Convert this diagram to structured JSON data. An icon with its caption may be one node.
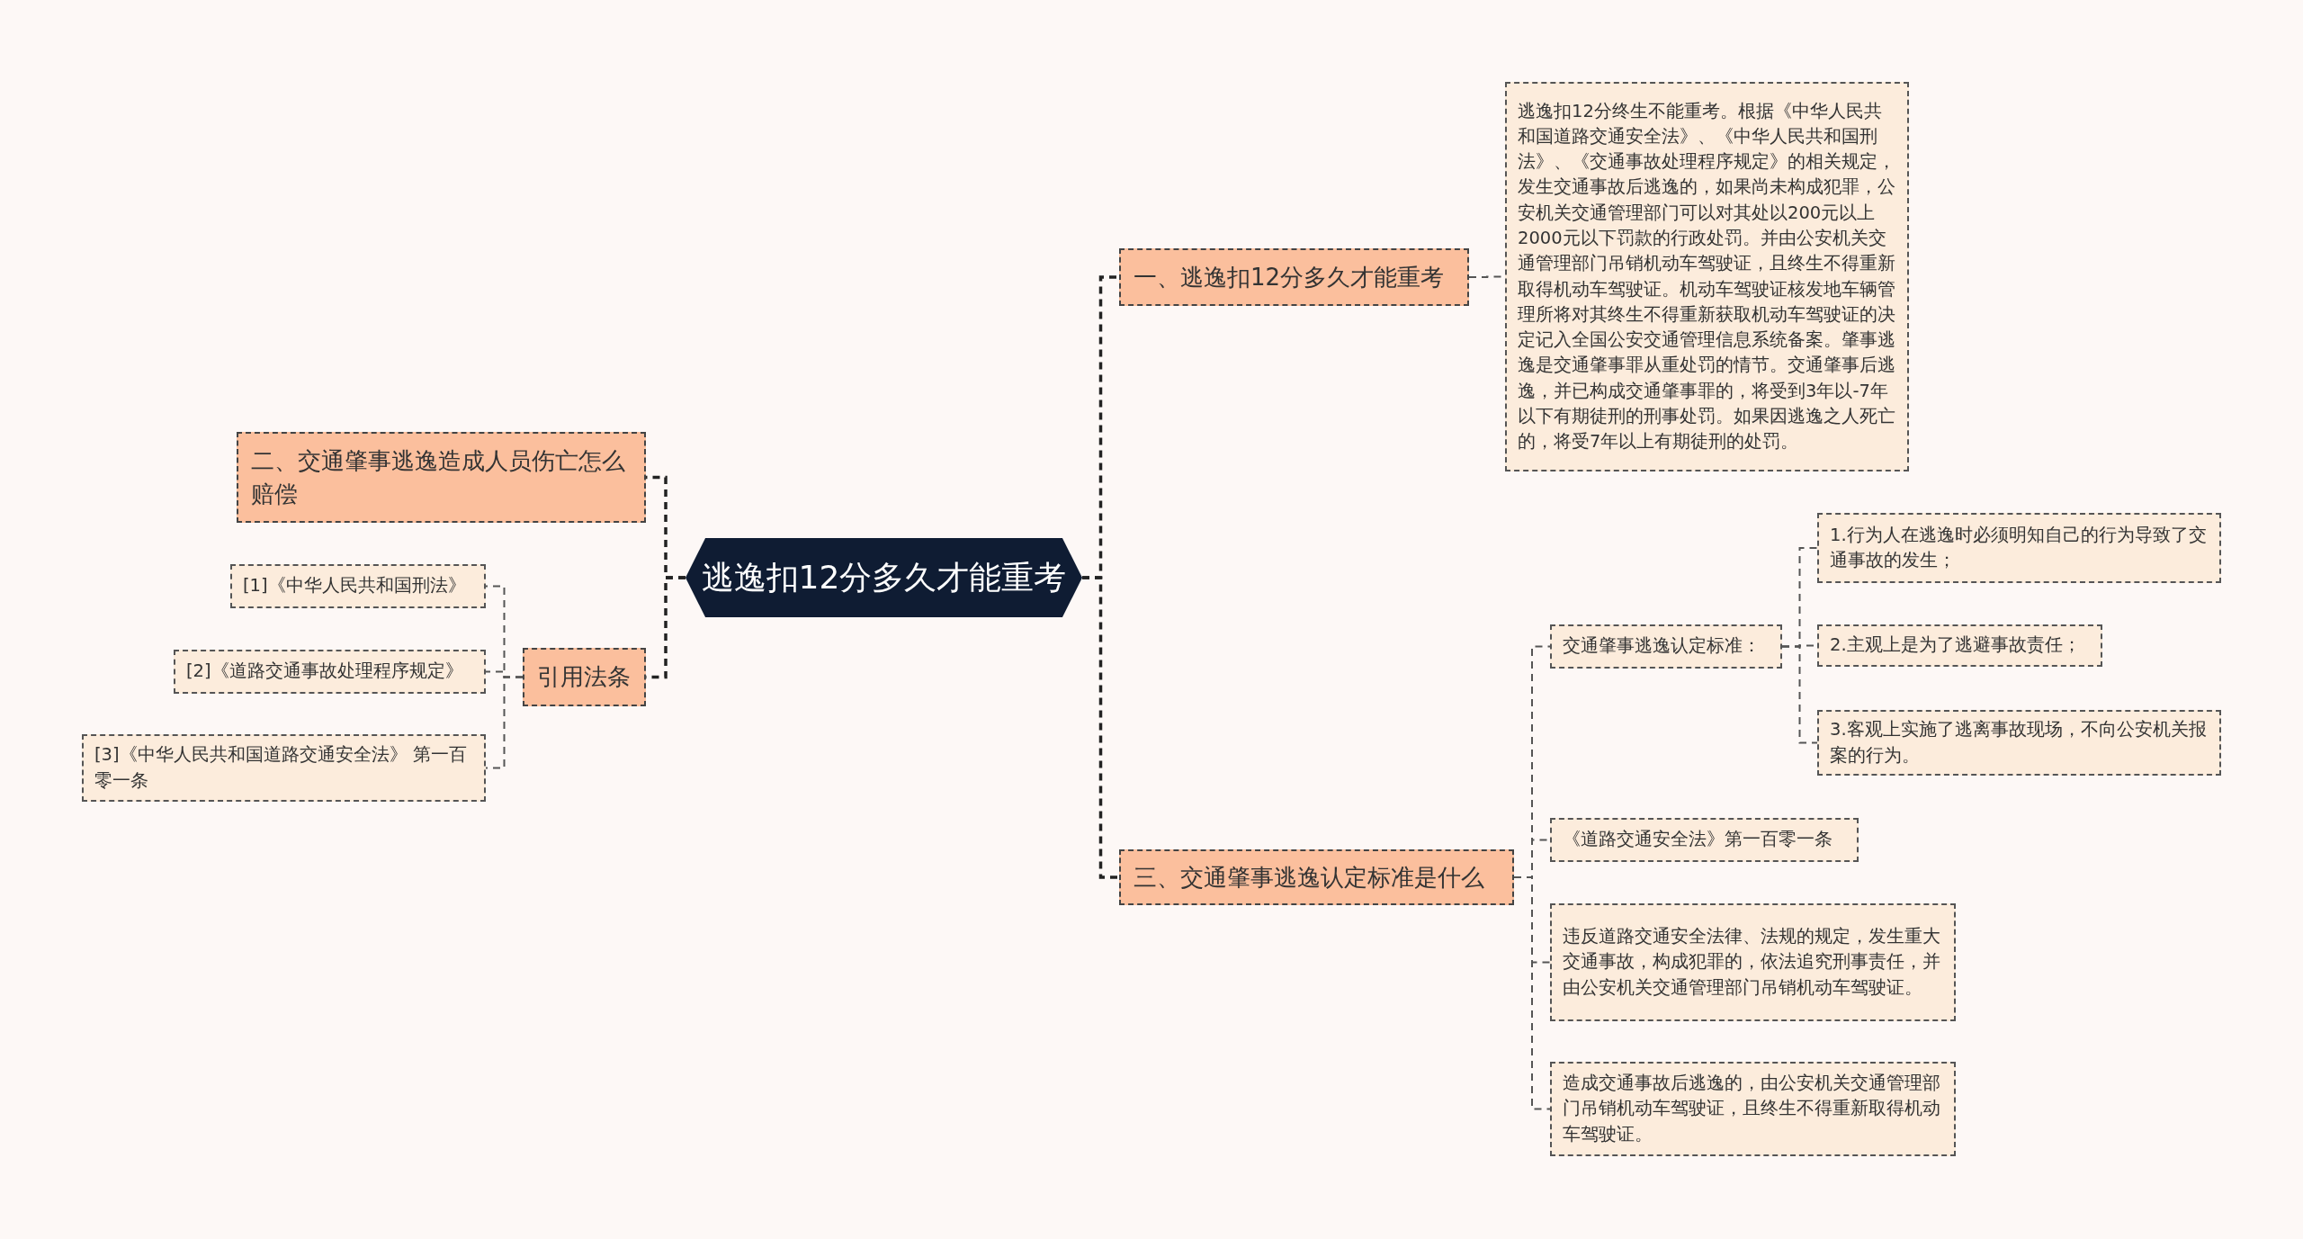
{
  "diagram": {
    "nodes": [
      {
        "text": [
          "逃逸扣12分多久才能重考"
        ]
      },
      {
        "text": [
          "一、逃逸扣12分多久才能重考"
        ]
      },
      {
        "text": [
          "逃逸扣12分终生不能重考。根据《中华人民共和国道路交通安全法》、《中华人民共和国刑法》、《交通事故处理程序规定》的相关规定，发生交通事故后逃逸的，如果尚未构成犯罪，公安机关交通管理部门可以对其处以200元以上2000元以下罚款的行政处罚。并由公安机关交通管理部门吊销机动车驾驶证，且终生不得重新取得机动车驾驶证。机动车驾驶证核发地车辆管理所将对其终生不得重新获取机动车驾驶证的决定记入全国公安交通管理信息系统备案。肇事逃逸是交通肇事罪从重处罚的情节。交通肇事后逃逸，并已构成交通肇事罪的，将受到3年以-7年以下有期徒刑的刑事处罚。如果因逃逸之人死亡的，将受7年以上有期徒刑的处罚。"
        ]
      },
      {
        "text": [
          "二、交通肇事逃逸造成人员伤亡怎么赔偿"
        ]
      },
      {
        "text": [
          "引用法条"
        ]
      },
      {
        "text": [
          "[1]《中华人民共和国刑法》"
        ]
      },
      {
        "text": [
          "[2]《道路交通事故处理程序规定》"
        ]
      },
      {
        "text": [
          "[3]《中华人民共和国道路交通安全法》 第一百零一条"
        ]
      },
      {
        "text": [
          "三、交通肇事逃逸认定标准是什么"
        ]
      },
      {
        "text": [
          "交通肇事逃逸认定标准："
        ]
      },
      {
        "text": [
          "1.行为人在逃逸时必须明知自己的行为导致了交通事故的发生；"
        ]
      },
      {
        "text": [
          "2.主观上是为了逃避事故责任；"
        ]
      },
      {
        "text": [
          "3.客观上实施了逃离事故现场，不向公安机关报案的行为。"
        ]
      },
      {
        "text": [
          "《道路交通安全法》第一百零一条"
        ]
      },
      {
        "text": [
          "违反道路交通安全法律、法规的规定，发生重大交通事故，构成犯罪的，依法追究刑事责任，并由公安机关交通管理部门吊销机动车驾驶证。"
        ]
      },
      {
        "text": [
          "造成交通事故后逃逸的，由公安机关交通管理部门吊销机动车驾驶证，且终生不得重新取得机动车驾驶证。"
        ]
      }
    ],
    "edges": [
      {
        "from": 0,
        "to": 1,
        "arrow": "none"
      },
      {
        "from": 0,
        "to": 3,
        "arrow": "none"
      },
      {
        "from": 0,
        "to": 4,
        "arrow": "none"
      },
      {
        "from": 0,
        "to": 8,
        "arrow": "none"
      },
      {
        "from": 1,
        "to": 2,
        "arrow": "none"
      },
      {
        "from": 4,
        "to": 5,
        "arrow": "none"
      },
      {
        "from": 4,
        "to": 6,
        "arrow": "none"
      },
      {
        "from": 4,
        "to": 7,
        "arrow": "none"
      },
      {
        "from": 8,
        "to": 9,
        "arrow": "none"
      },
      {
        "from": 8,
        "to": 13,
        "arrow": "none"
      },
      {
        "from": 8,
        "to": 14,
        "arrow": "none"
      },
      {
        "from": 8,
        "to": 15,
        "arrow": "none"
      },
      {
        "from": 9,
        "to": 10,
        "arrow": "none"
      },
      {
        "from": 9,
        "to": 11,
        "arrow": "none"
      },
      {
        "from": 9,
        "to": 12,
        "arrow": "none"
      }
    ]
  }
}
